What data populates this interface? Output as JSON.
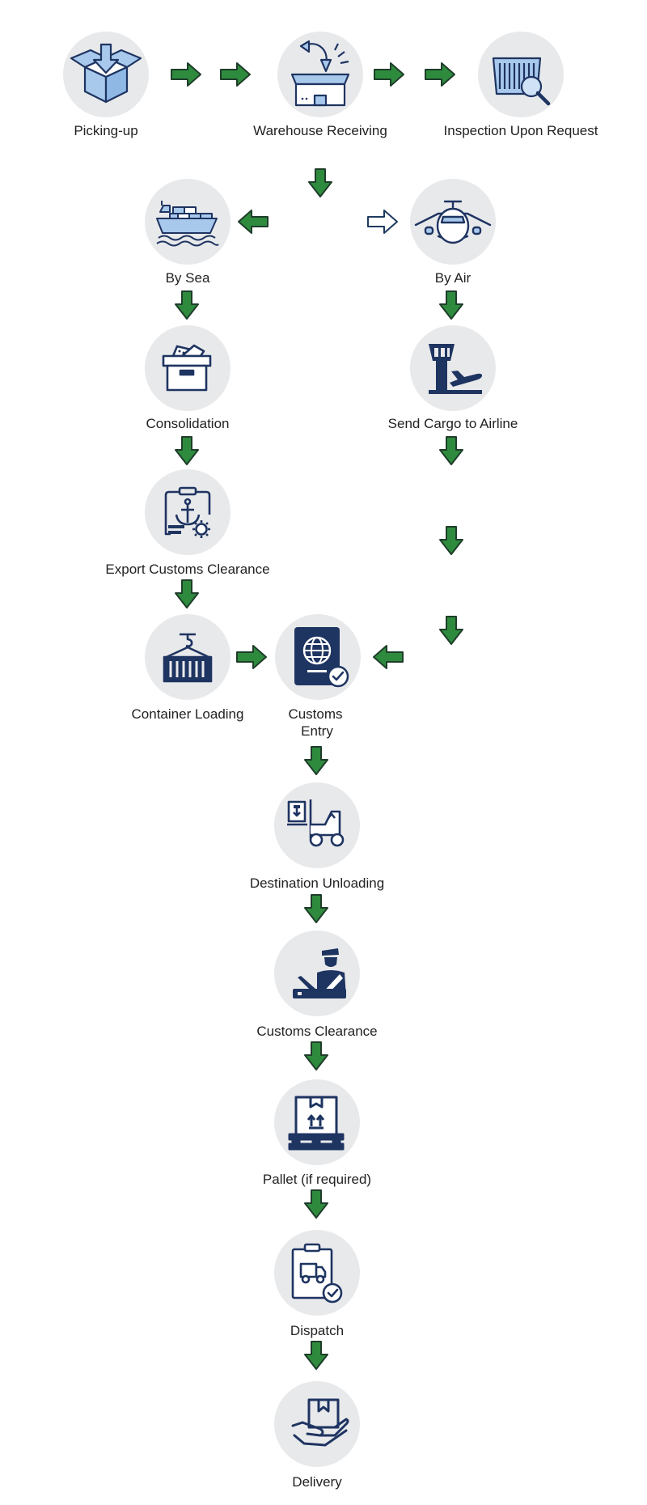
{
  "diagram": {
    "type": "process-flowchart",
    "colors": {
      "arrow_fill": "#2e8b3e",
      "arrow_stroke": "#1f3d2a",
      "hollow_arrow_stroke": "#1e3a5f",
      "circle_bg": "#e8e9eb",
      "icon_navy": "#1e3461",
      "icon_light_blue": "#a9c9ec"
    },
    "nodes": [
      {
        "id": "pickup",
        "label": "Picking-up",
        "icon": "open-box-arrow-icon"
      },
      {
        "id": "warehouse",
        "label": "Warehouse Receiving",
        "icon": "warehouse-box-icon"
      },
      {
        "id": "inspection",
        "label": "Inspection Upon Request",
        "icon": "container-inspection-icon"
      },
      {
        "id": "sea",
        "label": "By Sea",
        "icon": "cargo-ship-icon"
      },
      {
        "id": "air",
        "label": "By Air",
        "icon": "airplane-icon"
      },
      {
        "id": "consolidation",
        "label": "Consolidation",
        "icon": "storage-box-icon"
      },
      {
        "id": "airline",
        "label": "Send Cargo to Airline",
        "icon": "control-tower-icon"
      },
      {
        "id": "export",
        "label": "Export Customs Clearance",
        "icon": "anchor-document-icon"
      },
      {
        "id": "loading",
        "label": "Container Loading",
        "icon": "hanging-container-icon"
      },
      {
        "id": "entry",
        "label": "Customs Entry",
        "label_lines": [
          "Customs",
          "Entry"
        ],
        "icon": "passport-check-icon"
      },
      {
        "id": "unloading",
        "label": "Destination Unloading",
        "icon": "forklift-icon"
      },
      {
        "id": "clearance",
        "label": "Customs Clearance",
        "icon": "customs-officer-icon"
      },
      {
        "id": "pallet",
        "label": "Pallet (if required)",
        "icon": "pallet-box-icon"
      },
      {
        "id": "dispatch",
        "label": "Dispatch",
        "icon": "truck-clipboard-icon"
      },
      {
        "id": "delivery",
        "label": "Delivery",
        "icon": "hand-package-icon"
      }
    ],
    "edges": [
      {
        "from": "pickup",
        "to": "warehouse"
      },
      {
        "from": "warehouse",
        "to": "inspection"
      },
      {
        "from": "warehouse",
        "to": "sea"
      },
      {
        "from": "warehouse",
        "to": "air",
        "style": "hollow"
      },
      {
        "from": "sea",
        "to": "consolidation"
      },
      {
        "from": "consolidation",
        "to": "export"
      },
      {
        "from": "export",
        "to": "loading"
      },
      {
        "from": "loading",
        "to": "entry"
      },
      {
        "from": "air",
        "to": "airline"
      },
      {
        "from": "airline",
        "to": "entry"
      },
      {
        "from": "entry",
        "to": "unloading"
      },
      {
        "from": "unloading",
        "to": "clearance"
      },
      {
        "from": "clearance",
        "to": "pallet"
      },
      {
        "from": "pallet",
        "to": "dispatch"
      },
      {
        "from": "dispatch",
        "to": "delivery"
      }
    ]
  }
}
